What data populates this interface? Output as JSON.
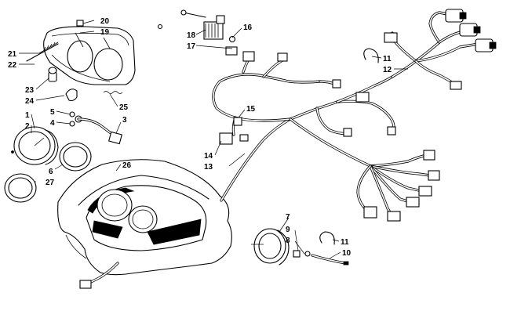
{
  "callouts": [
    {
      "id": "20",
      "label": "20"
    },
    {
      "id": "19",
      "label": "19"
    },
    {
      "id": "21",
      "label": "21"
    },
    {
      "id": "22",
      "label": "22"
    },
    {
      "id": "23",
      "label": "23"
    },
    {
      "id": "24",
      "label": "24"
    },
    {
      "id": "25",
      "label": "25"
    },
    {
      "id": "1",
      "label": "1"
    },
    {
      "id": "2",
      "label": "2"
    },
    {
      "id": "5",
      "label": "5"
    },
    {
      "id": "4",
      "label": "4"
    },
    {
      "id": "3",
      "label": "3"
    },
    {
      "id": "6",
      "label": "6"
    },
    {
      "id": "27",
      "label": "27"
    },
    {
      "id": "26",
      "label": "26"
    },
    {
      "id": "18",
      "label": "18"
    },
    {
      "id": "17",
      "label": "17"
    },
    {
      "id": "16",
      "label": "16"
    },
    {
      "id": "15",
      "label": "15"
    },
    {
      "id": "14",
      "label": "14"
    },
    {
      "id": "13",
      "label": "13"
    },
    {
      "id": "11a",
      "label": "11"
    },
    {
      "id": "12",
      "label": "12"
    },
    {
      "id": "7",
      "label": "7"
    },
    {
      "id": "9",
      "label": "9"
    },
    {
      "id": "8",
      "label": "8"
    },
    {
      "id": "11b",
      "label": "11"
    },
    {
      "id": "10",
      "label": "10"
    }
  ]
}
